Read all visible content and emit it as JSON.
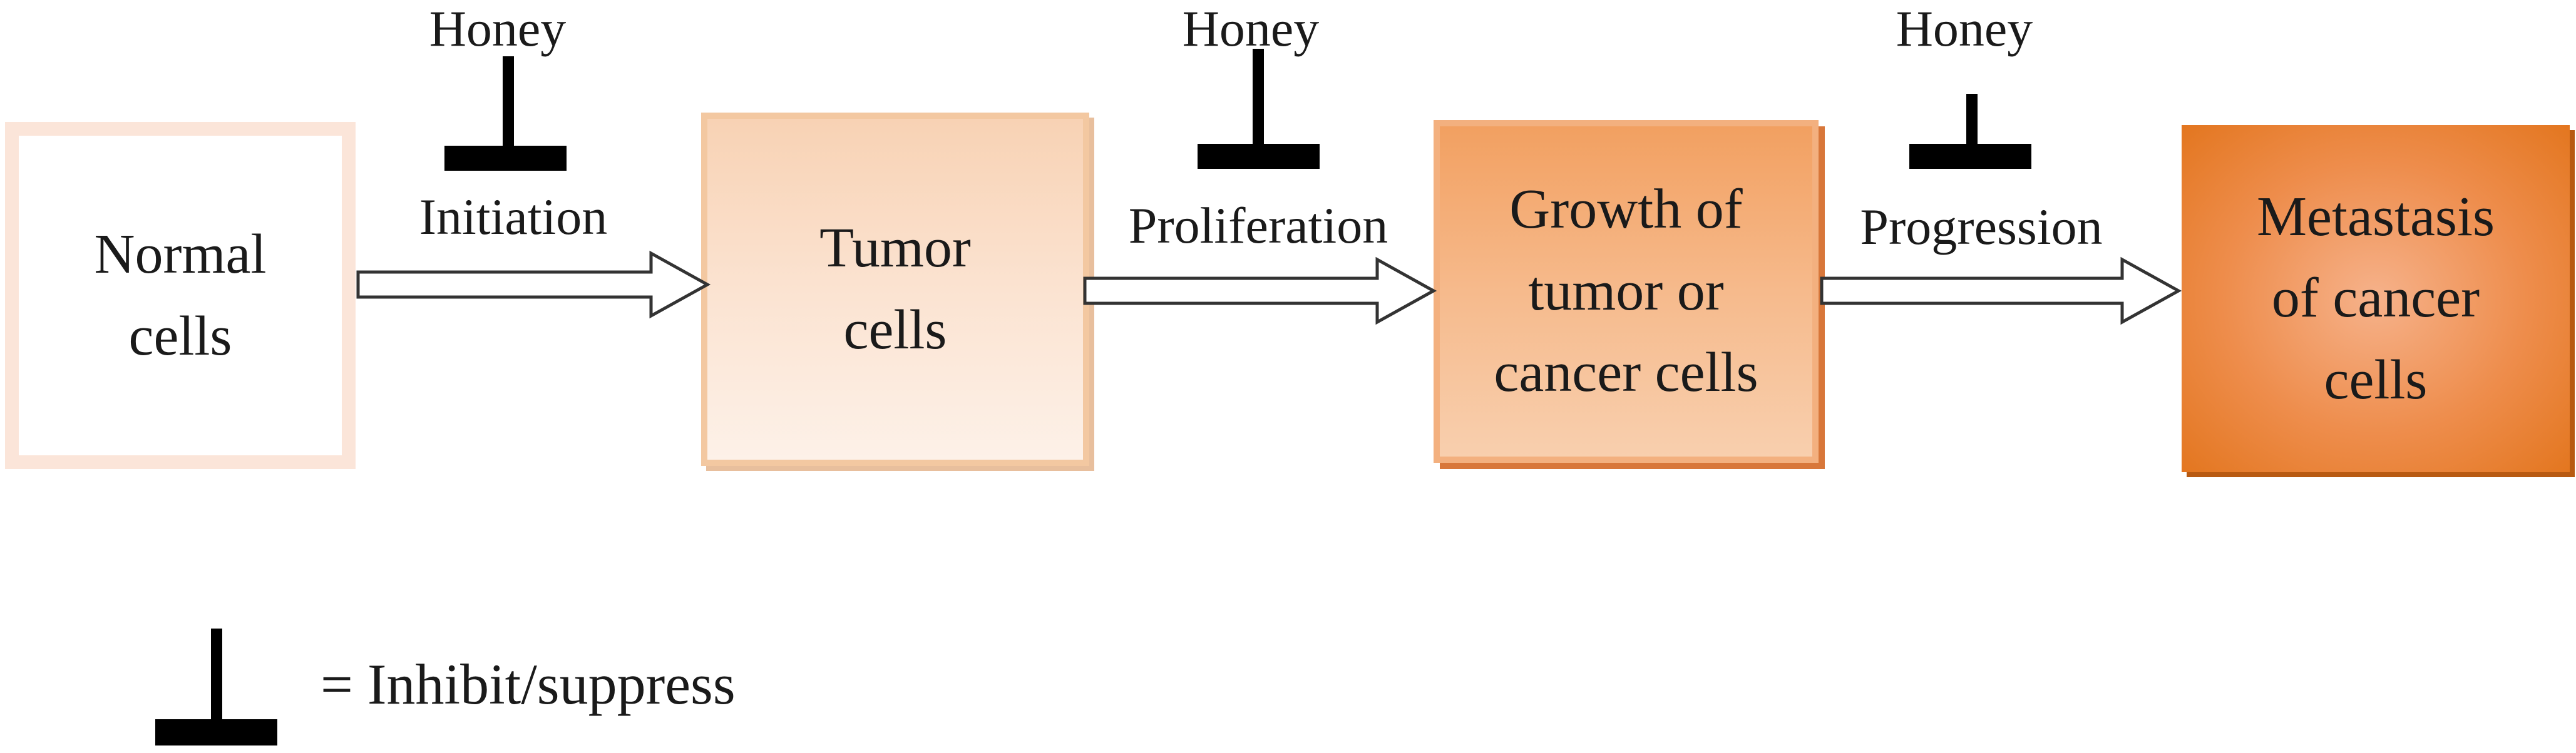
{
  "diagram": {
    "boxes": [
      {
        "id": "normal",
        "text": "Normal\ncells"
      },
      {
        "id": "tumor",
        "text": "Tumor\ncells"
      },
      {
        "id": "growth",
        "text": "Growth of\ntumor or\ncancer cells"
      },
      {
        "id": "metastasis",
        "text": "Metastasis\nof cancer\ncells"
      }
    ],
    "steps": [
      {
        "label": "Initiation",
        "inhibitor": "Honey"
      },
      {
        "label": "Proliferation",
        "inhibitor": "Honey"
      },
      {
        "label": "Progression",
        "inhibitor": "Honey"
      }
    ],
    "legend": {
      "text": "= Inhibit/suppress"
    },
    "colors": {
      "symbol": "#000000",
      "arrow_stroke": "#333333",
      "normal_border": "#fbe5d9",
      "tumor_fill": "#f8d2b4",
      "growth_fill": "#f2a061",
      "metastasis_fill": "#e3761f"
    }
  }
}
